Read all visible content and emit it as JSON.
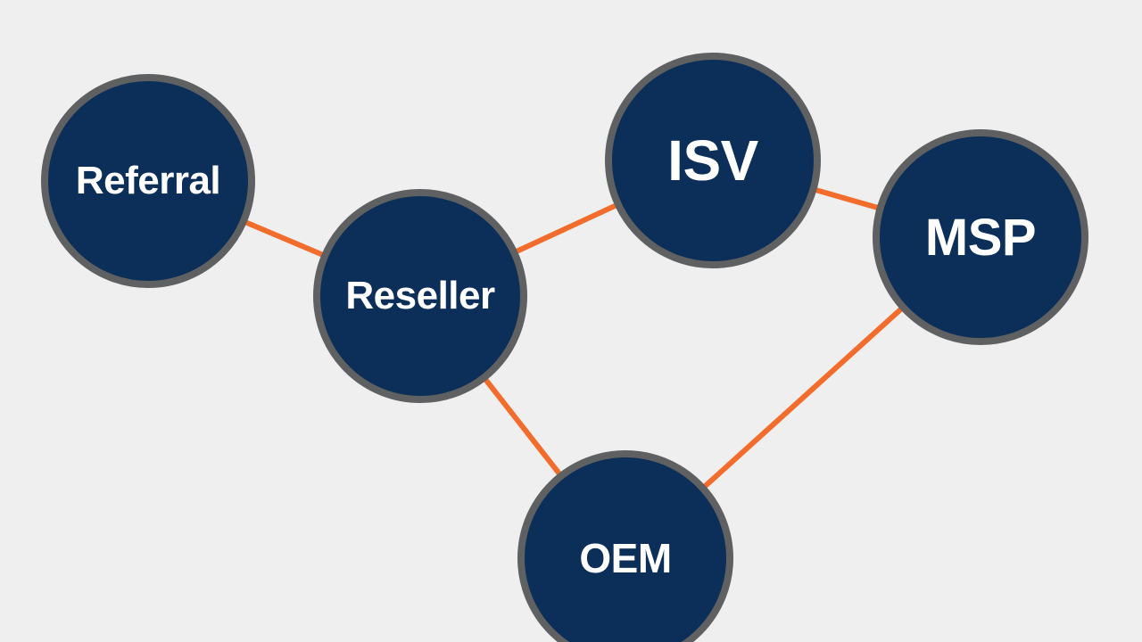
{
  "diagram": {
    "node_fill": "#0c2f5a",
    "node_border": "#5f6062",
    "edge_color": "#f26d2b",
    "background": "#efefef",
    "nodes": [
      {
        "id": "referral",
        "label": "Referral"
      },
      {
        "id": "reseller",
        "label": "Reseller"
      },
      {
        "id": "isv",
        "label": "ISV"
      },
      {
        "id": "msp",
        "label": "MSP"
      },
      {
        "id": "oem",
        "label": "OEM"
      }
    ],
    "edges": [
      {
        "from": "referral",
        "to": "reseller"
      },
      {
        "from": "reseller",
        "to": "isv"
      },
      {
        "from": "isv",
        "to": "msp"
      },
      {
        "from": "reseller",
        "to": "oem"
      },
      {
        "from": "msp",
        "to": "oem"
      }
    ]
  }
}
